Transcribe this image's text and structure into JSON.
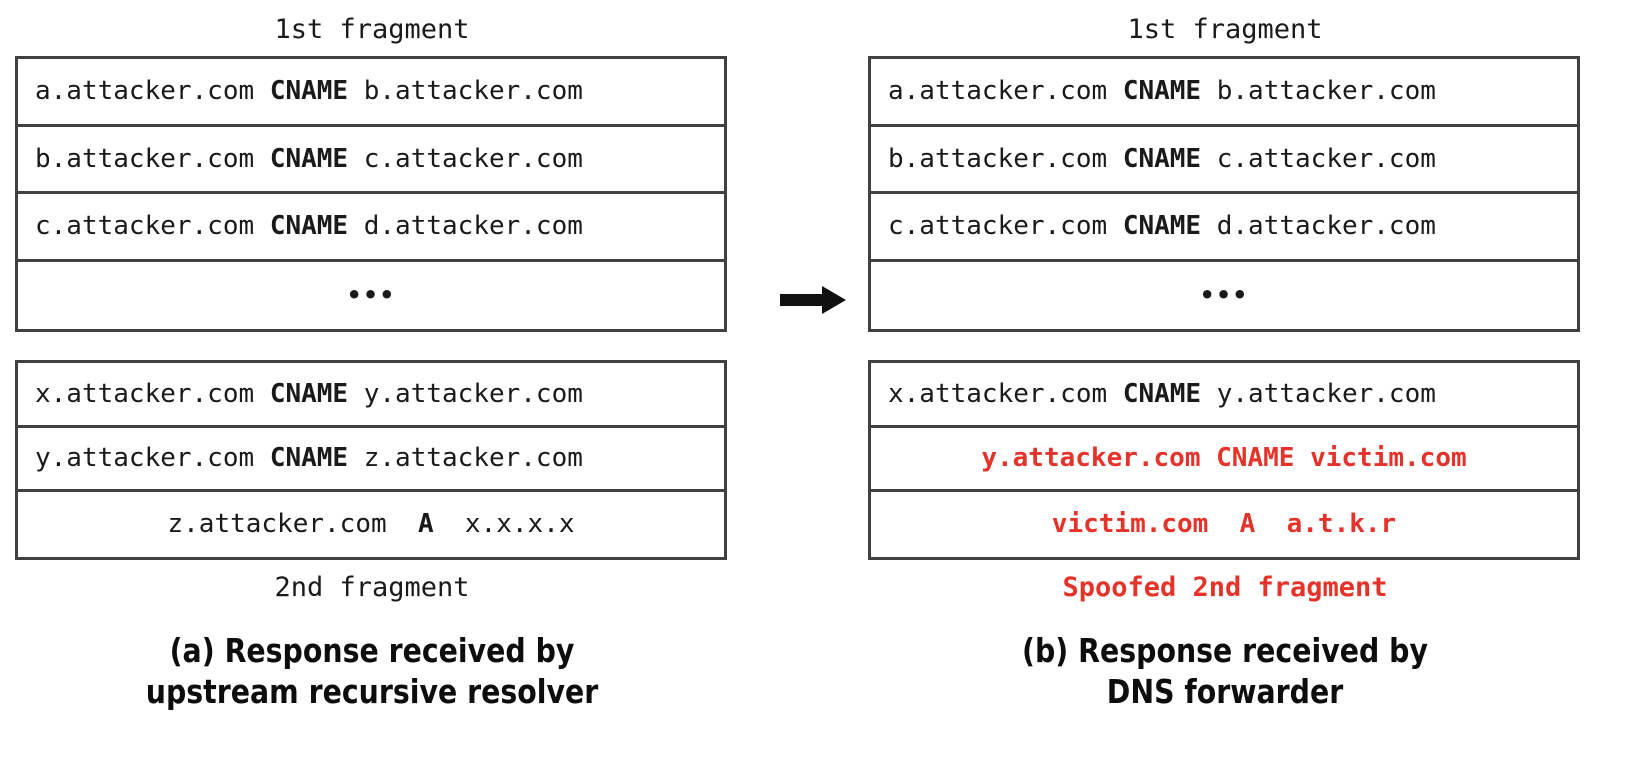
{
  "colors": {
    "ink": "#1a1a1a",
    "border": "#414141",
    "spoof_red": "#e5332a",
    "background": "#ffffff"
  },
  "panels": [
    {
      "id": "panel-a",
      "top_label": "1st fragment",
      "bottom_label": "2nd fragment",
      "bottom_label_is_red": false,
      "fragment1": {
        "rows": [
          {
            "owner": "a.attacker.com",
            "type": "CNAME",
            "rdata": "b.attacker.com",
            "align": "left",
            "red": false
          },
          {
            "owner": "b.attacker.com",
            "type": "CNAME",
            "rdata": "c.attacker.com",
            "align": "left",
            "red": false
          },
          {
            "owner": "c.attacker.com",
            "type": "CNAME",
            "rdata": "d.attacker.com",
            "align": "left",
            "red": false
          },
          {
            "ellipsis": "•••"
          }
        ]
      },
      "fragment2": {
        "rows": [
          {
            "owner": "x.attacker.com",
            "type": "CNAME",
            "rdata": "y.attacker.com",
            "align": "left",
            "red": false
          },
          {
            "owner": "y.attacker.com",
            "type": "CNAME",
            "rdata": "z.attacker.com",
            "align": "left",
            "red": false
          },
          {
            "owner": "z.attacker.com",
            "type": "A",
            "rdata": "x.x.x.x",
            "align": "center",
            "red": false
          }
        ]
      },
      "caption_line1": "(a) Response received by",
      "caption_line2": "upstream recursive resolver"
    },
    {
      "id": "panel-b",
      "top_label": "1st fragment",
      "bottom_label": "Spoofed 2nd fragment",
      "bottom_label_is_red": true,
      "fragment1": {
        "rows": [
          {
            "owner": "a.attacker.com",
            "type": "CNAME",
            "rdata": "b.attacker.com",
            "align": "left",
            "red": false
          },
          {
            "owner": "b.attacker.com",
            "type": "CNAME",
            "rdata": "c.attacker.com",
            "align": "left",
            "red": false
          },
          {
            "owner": "c.attacker.com",
            "type": "CNAME",
            "rdata": "d.attacker.com",
            "align": "left",
            "red": false
          },
          {
            "ellipsis": "•••"
          }
        ]
      },
      "fragment2": {
        "rows": [
          {
            "owner": "x.attacker.com",
            "type": "CNAME",
            "rdata": "y.attacker.com",
            "align": "left",
            "red": false
          },
          {
            "owner": "y.attacker.com",
            "type": "CNAME",
            "rdata": "victim.com",
            "align": "center",
            "red": true
          },
          {
            "owner": "victim.com",
            "type": "A",
            "rdata": "a.t.k.r",
            "align": "center",
            "red": true
          }
        ]
      },
      "caption_line2_override": "DNS forwarder",
      "caption_line1": "(b) Response received by",
      "caption_line2": "DNS forwarder"
    }
  ],
  "arrow": {
    "name": "rightwards-arrow",
    "direction": "right"
  }
}
